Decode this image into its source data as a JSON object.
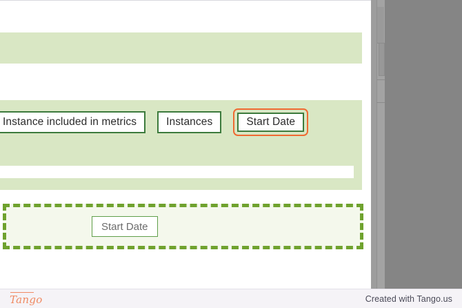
{
  "capture": {
    "highlight_color": "#d9e7c4",
    "focus_ring_color": "#ef6a32",
    "outline_color": "#3c7a3c",
    "dashed_color": "#6fa22e",
    "controls": [
      {
        "label": "Instance included in metrics",
        "state": "clipped"
      },
      {
        "label": "Instances",
        "state": "normal"
      },
      {
        "label": "Start Date",
        "state": "focused"
      }
    ],
    "callout": {
      "control_label": "Start Date"
    }
  },
  "footer": {
    "logo": "Tango",
    "credit": "Created with Tango.us"
  }
}
